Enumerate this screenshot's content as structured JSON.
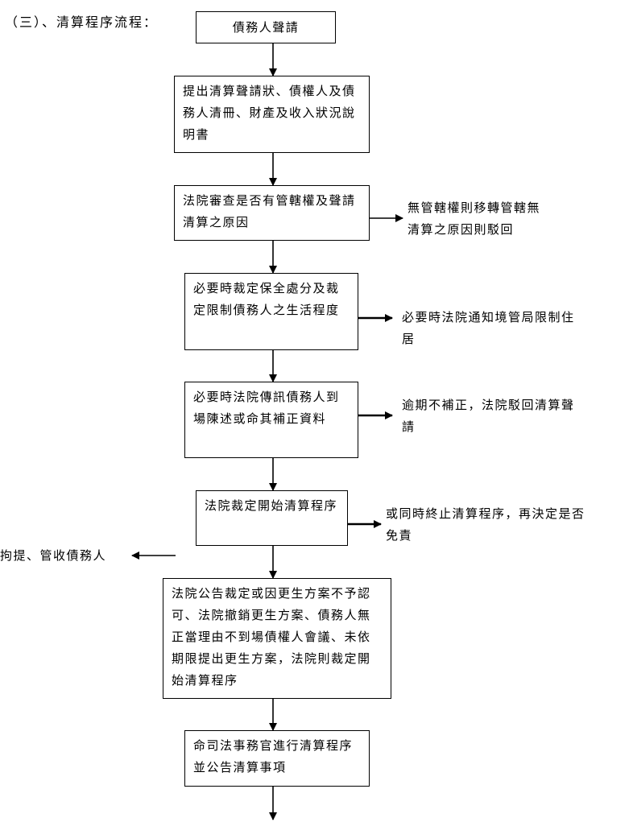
{
  "title": "（三）、清算程序流程：",
  "steps": [
    "債務人聲請",
    "提出清算聲請狀、債權人及債務人清冊、財產及收入狀況說明書",
    "法院審查是否有管轄權及聲請清算之原因",
    "必要時裁定保全處分及裁定限制債務人之生活程度",
    "必要時法院傳訊債務人到場陳述或命其補正資料",
    "法院裁定開始清算程序",
    "法院公告裁定或因更生方案不予認可、法院撤銷更生方案、債務人無正當理由不到場債權人會議、未依期限提出更生方案，法院則裁定開始清算程序",
    "命司法事務官進行清算程序並公告清算事項"
  ],
  "side_notes": [
    "無管轄權則移轉管轄無清算之原因則駁回",
    "必要時法院通知境管局限制住居",
    "逾期不補正，法院駁回清算聲請",
    "或同時終止清算程序，再決定是否免責",
    "拘提、管收債務人"
  ]
}
